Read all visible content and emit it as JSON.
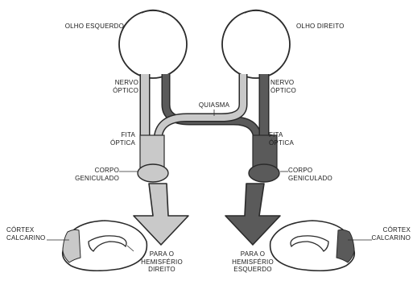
{
  "labels": {
    "left_eye": "OLHO ESQUERDO",
    "right_eye": "OLHO DIREITO",
    "optic_nerve_left": [
      "NERVO",
      "ÓPTICO"
    ],
    "optic_nerve_right": [
      "NERVO",
      "ÓPTICO"
    ],
    "chiasm": "QUIASMA",
    "optic_tract_left": [
      "FITA",
      "ÓPTICA"
    ],
    "optic_tract_right": [
      "FITA",
      "ÓPTICA"
    ],
    "lgn_left": [
      "CORPO",
      "GENICULADO"
    ],
    "lgn_right": [
      "CORPO",
      "GENICULADO"
    ],
    "cortex_left": [
      "CÓRTEX",
      "CALCARINO"
    ],
    "cortex_right": [
      "CÓRTEX",
      "CALCARINO"
    ],
    "to_right_hemisphere": [
      "PARA O",
      "HEMISFÉRIO",
      "DIREITO"
    ],
    "to_left_hemisphere": [
      "PARA O",
      "HEMISFÉRIO",
      "ESQUERDO"
    ]
  },
  "colors": {
    "light_pathway": "#c9c9c9",
    "dark_pathway": "#5a5a5a",
    "outline": "#2a2a2a"
  }
}
